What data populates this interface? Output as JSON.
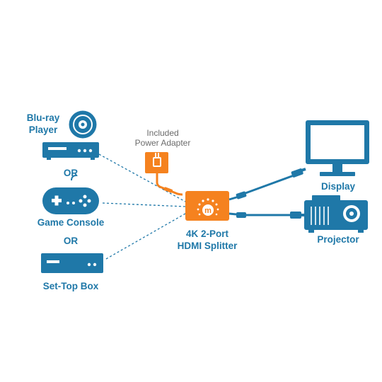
{
  "colors": {
    "blue": "#1f78a8",
    "orange": "#f5821f",
    "gray_text": "#6b6b6b",
    "background": "#ffffff"
  },
  "sources": {
    "bluray_label_line1": "Blu-ray",
    "bluray_label_line2": "Player",
    "or_1": "OR",
    "game_console_label": "Game Console",
    "or_2": "OR",
    "settop_label": "Set-Top Box"
  },
  "power": {
    "label_line1": "Included",
    "label_line2": "Power Adapter"
  },
  "splitter": {
    "logo_letter": "m",
    "label_line1": "4K 2-Port",
    "label_line2": "HDMI Splitter"
  },
  "outputs": {
    "display_label": "Display",
    "projector_label": "Projector"
  },
  "icons": {
    "disc": "disc-icon",
    "player": "bluray-player-icon",
    "gamepad": "gamepad-icon",
    "settop": "settop-box-icon",
    "adapter": "power-adapter-icon",
    "splitter": "splitter-icon",
    "monitor": "monitor-icon",
    "projector": "projector-icon",
    "hdmi": "hdmi-cable-icon"
  }
}
